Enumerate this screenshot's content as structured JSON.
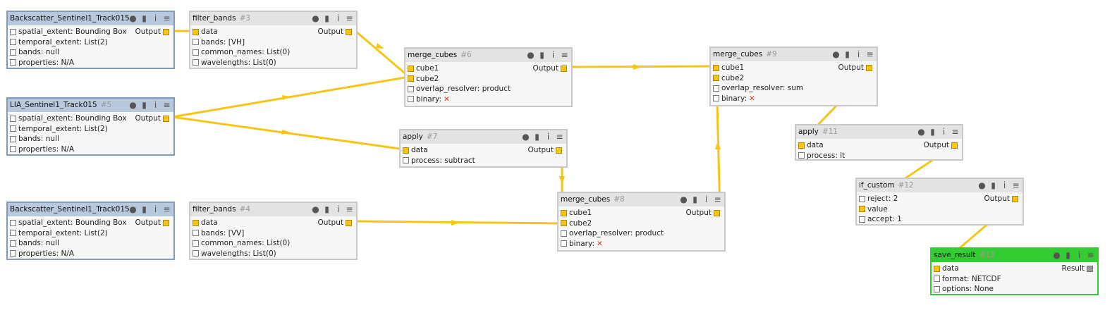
{
  "output_label": "Output",
  "result_label": "Result",
  "icons": [
    "comment-icon",
    "trash-icon",
    "info-icon",
    "menu-icon"
  ],
  "colors": {
    "edge": "#f5c518",
    "collection_header": "#b8c9dd",
    "save_header": "#33cc33"
  },
  "nodes": {
    "n1": {
      "title": "Backscatter_Sentinel1_Track015...",
      "id": "",
      "p": [
        "spatial_extent: Bounding Box",
        "temporal_extent: List(2)",
        "bands: null",
        "properties: N/A"
      ]
    },
    "n3": {
      "title": "filter_bands",
      "id": "#3",
      "p": [
        "data",
        "bands: [VH]",
        "common_names: List(0)",
        "wavelengths: List(0)"
      ]
    },
    "n5": {
      "title": "LIA_Sentinel1_Track015",
      "id": "#5",
      "p": [
        "spatial_extent: Bounding Box",
        "temporal_extent: List(2)",
        "bands: null",
        "properties: N/A"
      ]
    },
    "n2": {
      "title": "Backscatter_Sentinel1_Track015...",
      "id": "",
      "p": [
        "spatial_extent: Bounding Box",
        "temporal_extent: List(2)",
        "bands: null",
        "properties: N/A"
      ]
    },
    "n4": {
      "title": "filter_bands",
      "id": "#4",
      "p": [
        "data",
        "bands: [VV]",
        "common_names: List(0)",
        "wavelengths: List(0)"
      ]
    },
    "n6": {
      "title": "merge_cubes",
      "id": "#6",
      "p": [
        "cube1",
        "cube2",
        "overlap_resolver: product",
        "binary:"
      ]
    },
    "n7": {
      "title": "apply",
      "id": "#7",
      "p": [
        "data",
        "process: subtract"
      ]
    },
    "n8": {
      "title": "merge_cubes",
      "id": "#8",
      "p": [
        "cube1",
        "cube2",
        "overlap_resolver: product",
        "binary:"
      ]
    },
    "n9": {
      "title": "merge_cubes",
      "id": "#9",
      "p": [
        "cube1",
        "cube2",
        "overlap_resolver: sum",
        "binary:"
      ]
    },
    "n11": {
      "title": "apply",
      "id": "#11",
      "p": [
        "data",
        "process: lt"
      ]
    },
    "n12": {
      "title": "if_custom",
      "id": "#12",
      "p": [
        "reject: 2",
        "value",
        "accept: 1"
      ]
    },
    "n13": {
      "title": "save_result",
      "id": "#13",
      "p": [
        "data",
        "format: NETCDF",
        "options: None"
      ]
    }
  }
}
